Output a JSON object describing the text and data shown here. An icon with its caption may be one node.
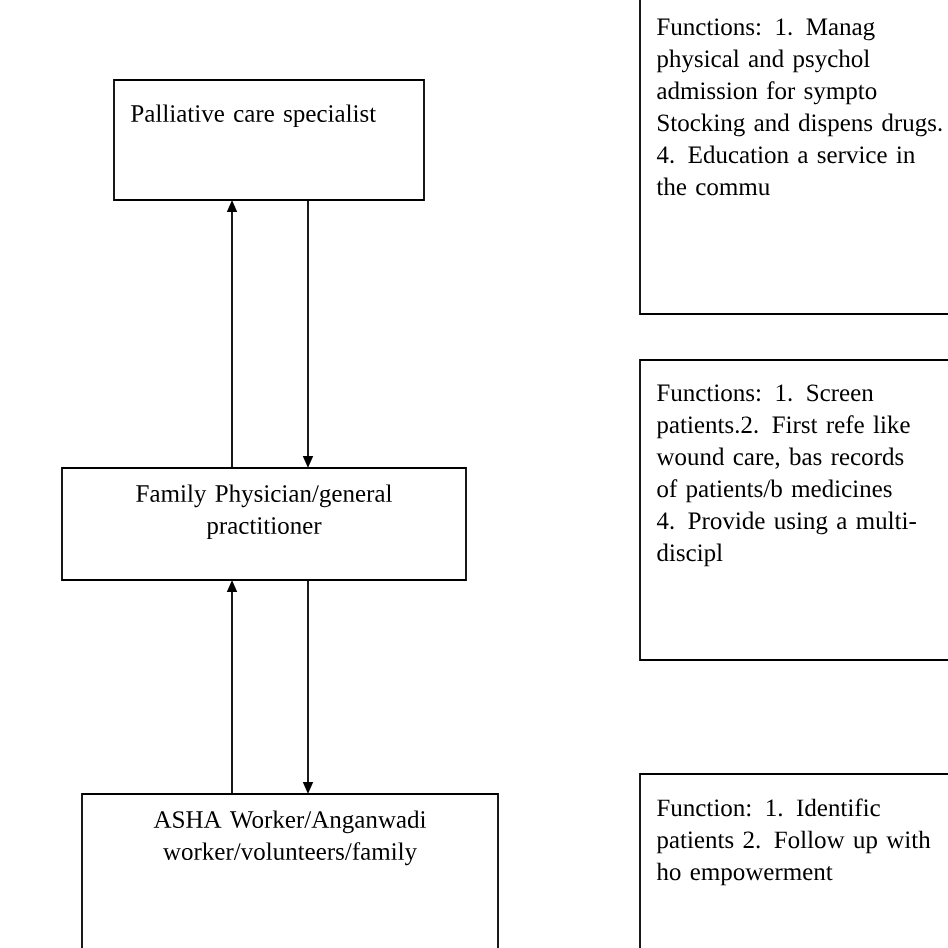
{
  "diagram": {
    "nodes": [
      {
        "text": [
          "Palliative care specialist"
        ]
      },
      {
        "text": [
          "Family Physician/general practitioner"
        ]
      },
      {
        "text": [
          "ASHA Worker/Anganwadi worker/volunteers/family"
        ]
      },
      {
        "text": [
          "Functions: 1. Manag physical and psychol admission for sympto Stocking and dispens drugs. 4. Education a service in the commu"
        ]
      },
      {
        "text": [
          "Functions: 1. Screen patients.2. First refe like wound care, bas records of patients/b medicines 4. Provide using a multi-discipl"
        ]
      },
      {
        "text": [
          "Function: 1. Identific patients 2. Follow up with ho empowerment"
        ]
      }
    ],
    "edges": [
      {
        "from": 1,
        "to": 0,
        "arrow": "to"
      },
      {
        "from": 0,
        "to": 1,
        "arrow": "to"
      },
      {
        "from": 2,
        "to": 1,
        "arrow": "to"
      },
      {
        "from": 1,
        "to": 2,
        "arrow": "to"
      }
    ]
  }
}
